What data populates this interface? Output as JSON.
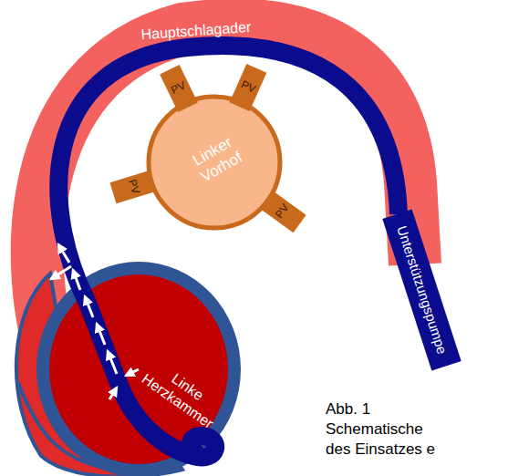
{
  "diagram": {
    "caption": "Abb. 1 Schematische des Einsatzes e",
    "nodes": [
      {
        "text": [
          "Hauptschlagader"
        ]
      },
      {
        "text": [
          "PV"
        ]
      },
      {
        "text": [
          "PV"
        ]
      },
      {
        "text": [
          "Linker Vorhof"
        ]
      },
      {
        "text": [
          "PV"
        ]
      },
      {
        "text": [
          "PV"
        ]
      },
      {
        "text": [
          "Unterstützungspumpe"
        ]
      },
      {
        "text": [
          "Linke Herzkammer"
        ]
      }
    ]
  }
}
